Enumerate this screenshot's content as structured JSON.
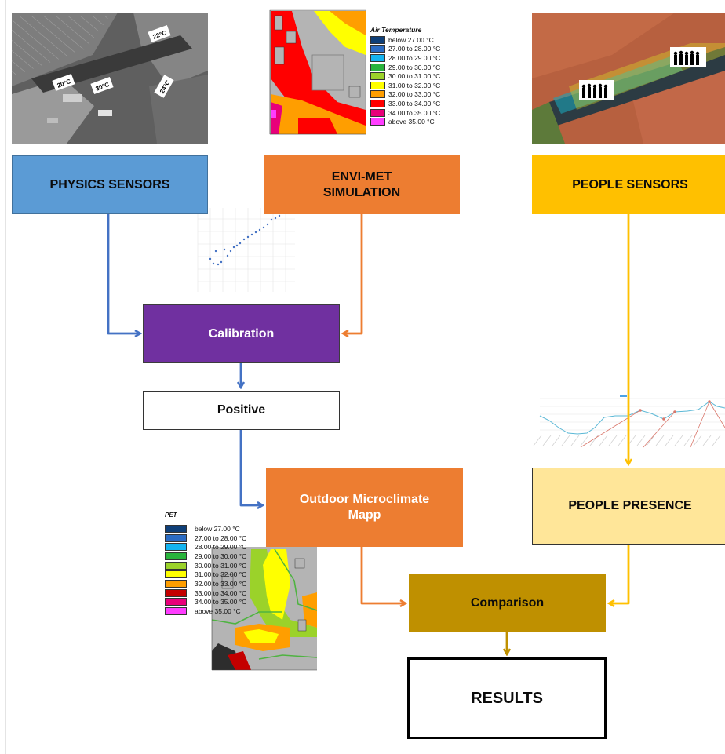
{
  "boxes": {
    "physics_sensors": "PHYSICS SENSORS",
    "envimet_line1": "ENVI-MET",
    "envimet_line2": "SIMULATION",
    "people_sensors": "PEOPLE SENSORS",
    "calibration": "Calibration",
    "positive": "Positive",
    "outdoor_line1": "Outdoor Microclimate",
    "outdoor_line2": "Mapp",
    "people_presence": "PEOPLE PRESENCE",
    "comparison": "Comparison",
    "results": "RESULTS"
  },
  "aerial_photo": {
    "temperature_labels": [
      "22°C",
      "20°C",
      "30°C",
      "24°C"
    ]
  },
  "air_temperature_map": {
    "title": "Air Temperature",
    "legend": [
      {
        "label": "below 27.00 °C",
        "color": "#0f3f78"
      },
      {
        "label": "27.00 to 28.00 °C",
        "color": "#2b6cc4"
      },
      {
        "label": "28.00 to 29.00 °C",
        "color": "#14b4f0"
      },
      {
        "label": "29.00 to 30.00 °C",
        "color": "#29b43c"
      },
      {
        "label": "30.00 to 31.00 °C",
        "color": "#9bd22a"
      },
      {
        "label": "31.00 to 32.00 °C",
        "color": "#ffff00"
      },
      {
        "label": "32.00 to 33.00 °C",
        "color": "#ff9e00"
      },
      {
        "label": "33.00 to 34.00 °C",
        "color": "#ff0000"
      },
      {
        "label": "34.00 to 35.00 °C",
        "color": "#e8007a"
      },
      {
        "label": "above 35.00 °C",
        "color": "#ff3dff"
      }
    ]
  },
  "pet_map": {
    "title": "PET",
    "legend": [
      {
        "label": "below 27.00 °C",
        "color": "#0f3f78"
      },
      {
        "label": "27.00 to 28.00 °C",
        "color": "#2b6cc4"
      },
      {
        "label": "28.00 to 29.00 °C",
        "color": "#14b4f0"
      },
      {
        "label": "29.00 to 30.00 °C",
        "color": "#29b43c"
      },
      {
        "label": "30.00 to 31.00 °C",
        "color": "#9bd22a"
      },
      {
        "label": "31.00 to 32.00 °C",
        "color": "#ffff00"
      },
      {
        "label": "32.00 to 33.00 °C",
        "color": "#ff9e00"
      },
      {
        "label": "33.00 to 34.00 °C",
        "color": "#c40000"
      },
      {
        "label": "34.00 to 35.00 °C",
        "color": "#e8007a"
      },
      {
        "label": "above 35.00 °C",
        "color": "#ff3dff"
      }
    ]
  },
  "colors": {
    "physics": "#5b9bd5",
    "envimet": "#ed7d31",
    "people": "#ffc000",
    "calibration": "#7030a0",
    "people_presence": "#ffe699",
    "comparison": "#bf9000",
    "arrow_blue": "#4472c4",
    "arrow_orange": "#ed7d31",
    "arrow_yellow": "#ffc000",
    "arrow_gold": "#bf9000"
  }
}
